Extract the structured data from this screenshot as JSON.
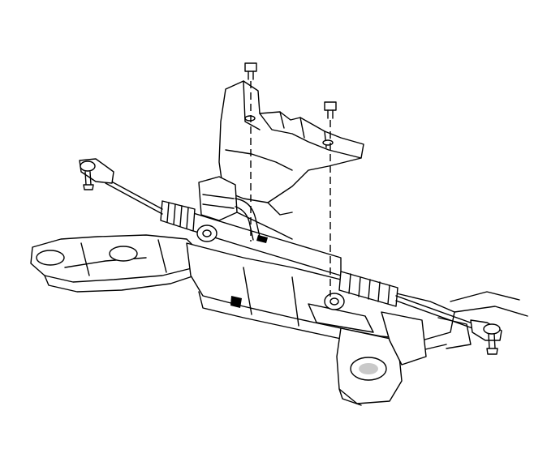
{
  "diagram": {
    "components": [
      "steering-gear-heat-shield",
      "steering-gear",
      "left-tie-rod-end",
      "right-tie-rod-end",
      "left-gear-boot",
      "right-gear-boot",
      "frame-crossmember",
      "heat-shield-bolt-left",
      "heat-shield-bolt-right"
    ],
    "colors": {
      "line": "#000000",
      "background": "#ffffff",
      "shade": "#c9c9c9"
    }
  }
}
